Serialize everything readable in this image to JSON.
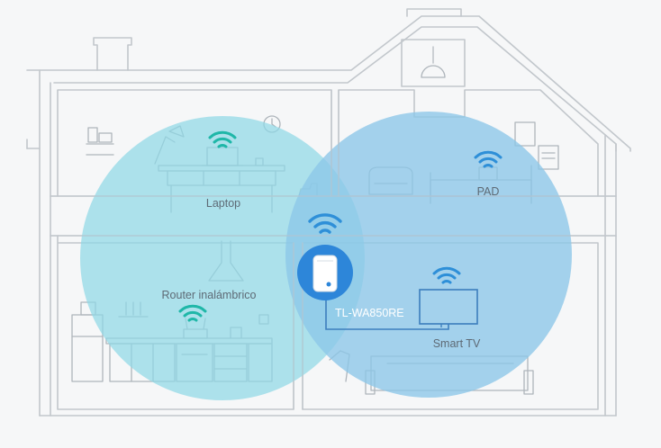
{
  "labels": {
    "laptop": "Laptop",
    "pad": "PAD",
    "router": "Router inalámbrico",
    "extender": "TL-WA850RE",
    "smart_tv": "Smart TV"
  },
  "colors": {
    "router_coverage": "#8fd8e6",
    "extender_coverage": "#8cc6e8",
    "wifi_router_side": "#1fb7a8",
    "wifi_extender_side": "#2e8fd8",
    "extender_device_bg": "#2d86d9",
    "outline": "#c2c7cc"
  }
}
